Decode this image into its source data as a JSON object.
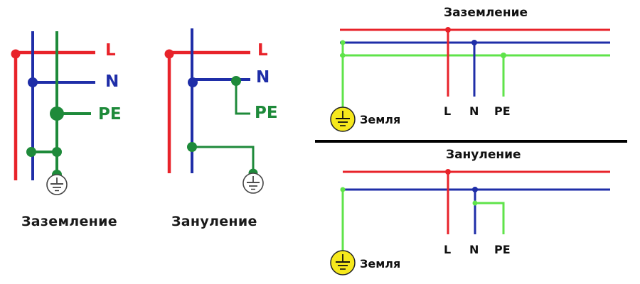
{
  "colors": {
    "phase": "#e8232a",
    "neutral": "#1f2ea8",
    "pe_dark": "#1e8a3a",
    "pe_light": "#5fe34a",
    "ground_badge": "#f6e81c",
    "text_dark": "#111111",
    "separator": "#000000"
  },
  "left_diagrams": {
    "grounding": {
      "caption": "Заземление",
      "labels": {
        "phase": "L",
        "neutral": "N",
        "protective": "PE"
      }
    },
    "nulling": {
      "caption": "Зануление",
      "labels": {
        "phase": "L",
        "neutral": "N",
        "protective": "PE"
      }
    }
  },
  "right_diagrams": {
    "grounding": {
      "title": "Заземление",
      "labels": {
        "phase": "L",
        "neutral": "N",
        "protective": "PE"
      },
      "earth_label": "Земля"
    },
    "nulling": {
      "title": "Зануление",
      "labels": {
        "phase": "L",
        "neutral": "N",
        "protective": "PE"
      },
      "earth_label": "Земля"
    }
  }
}
